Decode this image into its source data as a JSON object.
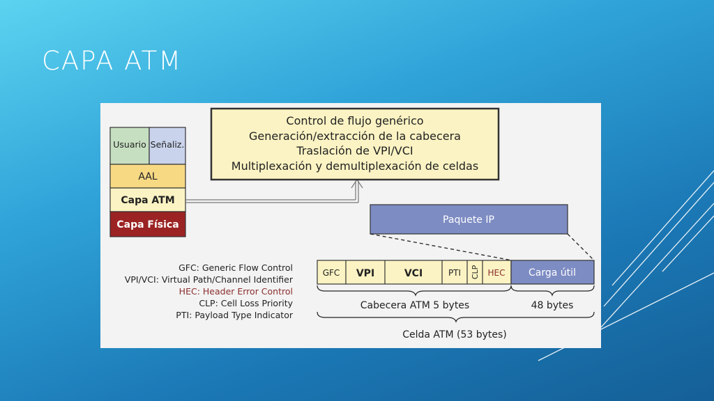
{
  "slide": {
    "title": "CAPA ATM"
  },
  "stack": {
    "usuario": "Usuario",
    "senaliz": "Señaliz.",
    "aal": "AAL",
    "capa_atm": "Capa ATM",
    "capa_fisica": "Capa Física"
  },
  "functions": [
    "Control de flujo genérico",
    "Generación/extracción de la cabecera",
    "Traslación de VPI/VCI",
    "Multiplexación y demultiplexación de celdas"
  ],
  "packet": {
    "label": "Paquete IP"
  },
  "legend": [
    "GFC: Generic Flow Control",
    "VPI/VCI: Virtual Path/Channel Identifier",
    "HEC: Header Error Control",
    "CLP: Cell Loss Priority",
    "PTI: Payload Type Indicator"
  ],
  "cell": {
    "gfc": "GFC",
    "vpi": "VPI",
    "vci": "VCI",
    "pti": "PTI",
    "clp": "CLP",
    "hec": "HEC",
    "payload": "Carga útil",
    "header_brace": "Cabecera ATM 5 bytes",
    "payload_brace": "48 bytes",
    "cell_brace": "Celda ATM (53 bytes)"
  },
  "colors": {
    "usuario_bg": "#c6dfc1",
    "senaliz_bg": "#c9d3ec",
    "aal_bg": "#f7d984",
    "capa_atm_bg": "#fbf3c3",
    "capa_fisica_bg": "#9b2323",
    "functions_bg": "#fbf3c3",
    "payload_bg": "#7d8cc3",
    "hec_text": "#8b2d2d"
  }
}
